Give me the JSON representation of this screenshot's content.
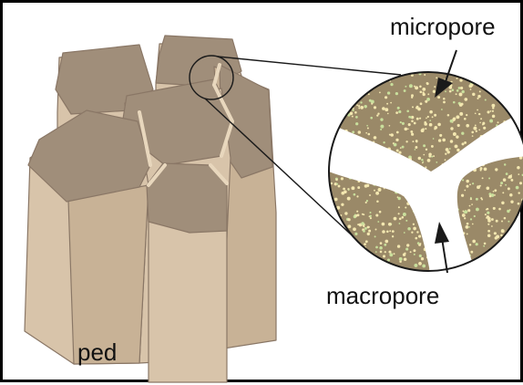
{
  "labels": {
    "micropore": "micropore",
    "macropore": "macropore",
    "ped": "ped"
  },
  "colors": {
    "ped_top": "#a08e7a",
    "ped_side": "#d8c4aa",
    "ped_side_shade": "#c8b296",
    "ped_edge": "#8a7766",
    "gap": "#e8d7bd",
    "magnifier_fill": "#9a8968",
    "pore_white": "#ffffff",
    "grain_light": "#f3e7b0",
    "grain_green": "#c9df9c",
    "outline": "#1a1a1a"
  }
}
